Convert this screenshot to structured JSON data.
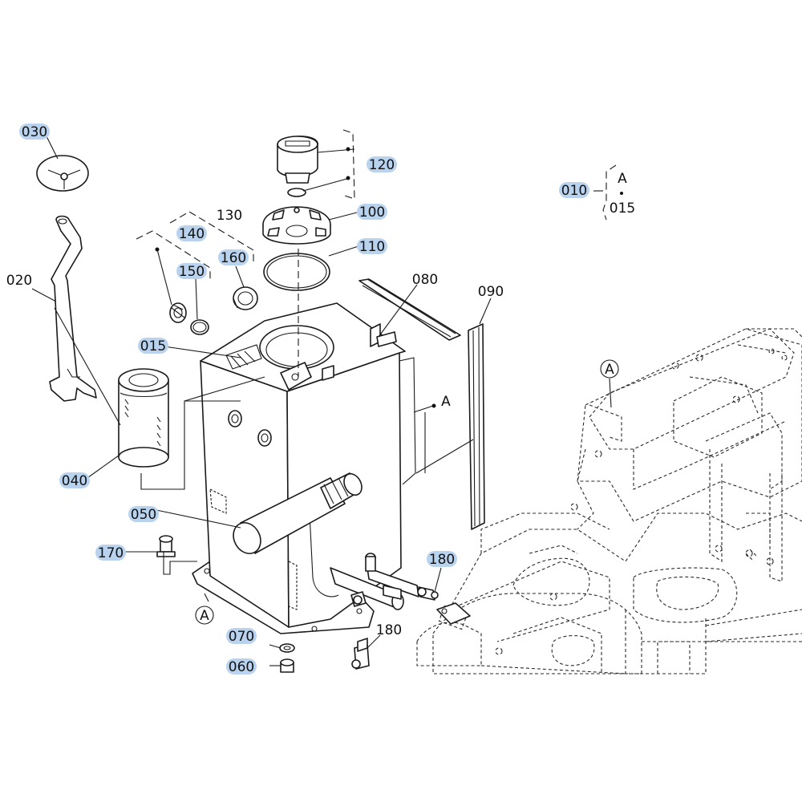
{
  "labels": {
    "p010": "010",
    "p015": "015",
    "p020": "020",
    "p030": "030",
    "p040": "040",
    "p050": "050",
    "p060": "060",
    "p070": "070",
    "p080": "080",
    "p090": "090",
    "p100": "100",
    "p110": "110",
    "p120": "120",
    "p130": "130",
    "p140": "140",
    "p150": "150",
    "p160": "160",
    "p170": "170",
    "p180a": "180",
    "p180b": "180"
  },
  "refs": {
    "a_legend": "A",
    "legend_sub": "015",
    "a_side": "A",
    "a_frame": "A",
    "a_bottom": "A"
  },
  "colors": {
    "callout_highlight": "#b9d3ef",
    "line": "#1a1a1a"
  }
}
